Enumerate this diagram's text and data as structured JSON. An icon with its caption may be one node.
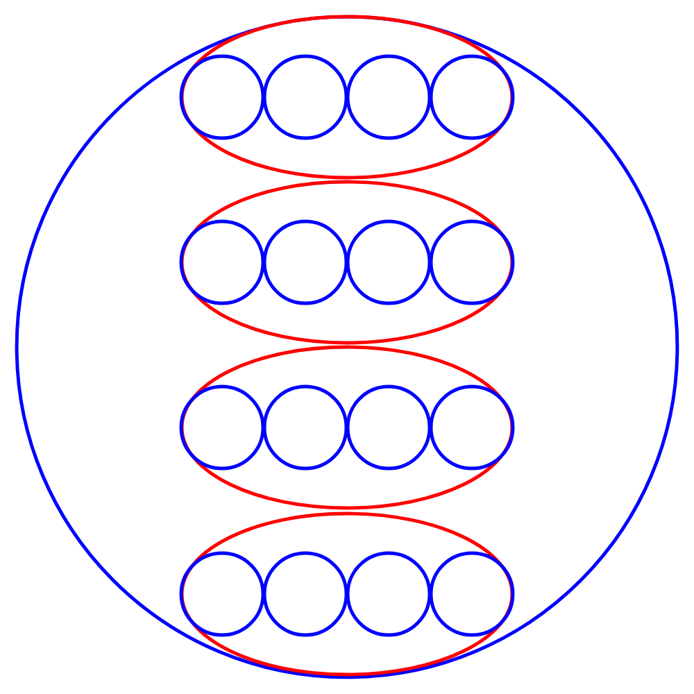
{
  "diagram": {
    "nodes": [
      {
        "text": [],
        "shape": "circle"
      },
      {
        "text": [],
        "shape": "ellipse",
        "in": 0
      },
      {
        "text": [],
        "shape": "circle",
        "in": 1
      },
      {
        "text": [],
        "shape": "circle",
        "in": 1
      },
      {
        "text": [],
        "shape": "circle",
        "in": 1
      },
      {
        "text": [],
        "shape": "circle",
        "in": 1
      },
      {
        "text": [],
        "shape": "ellipse",
        "in": 0
      },
      {
        "text": [],
        "shape": "circle",
        "in": 6
      },
      {
        "text": [],
        "shape": "circle",
        "in": 6
      },
      {
        "text": [],
        "shape": "circle",
        "in": 6
      },
      {
        "text": [],
        "shape": "circle",
        "in": 6
      },
      {
        "text": [],
        "shape": "ellipse",
        "in": 0
      },
      {
        "text": [],
        "shape": "circle",
        "in": 11
      },
      {
        "text": [],
        "shape": "circle",
        "in": 11
      },
      {
        "text": [],
        "shape": "circle",
        "in": 11
      },
      {
        "text": [],
        "shape": "circle",
        "in": 11
      },
      {
        "text": [],
        "shape": "ellipse",
        "in": 0
      },
      {
        "text": [],
        "shape": "circle",
        "in": 16
      },
      {
        "text": [],
        "shape": "circle",
        "in": 16
      },
      {
        "text": [],
        "shape": "circle",
        "in": 16
      },
      {
        "text": [],
        "shape": "circle",
        "in": 16
      }
    ]
  }
}
